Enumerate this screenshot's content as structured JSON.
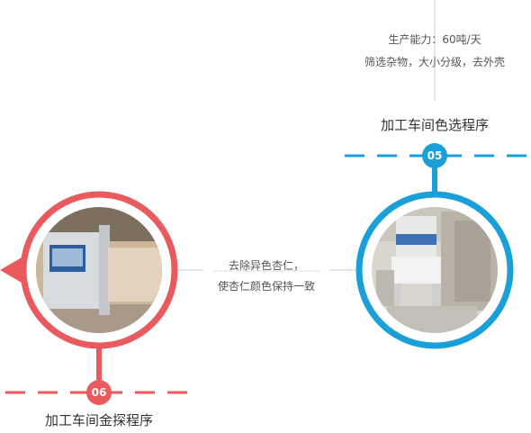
{
  "step05": {
    "number": "05",
    "title": "加工车间色选程序",
    "line1": "生产能力：60吨/天",
    "line2": "筛选杂物，大小分级，去外壳",
    "color": "#1a9fd9"
  },
  "step06": {
    "number": "06",
    "title": "加工车间金探程序",
    "color": "#e85a5e"
  },
  "middle": {
    "line1": "去除异色杏仁，",
    "line2": "使杏仁颜色保持一致"
  },
  "icons": {
    "left_arrow": "triangle-left-icon",
    "photo05": "color-sorter-machine-photo",
    "photo06": "metal-detector-machine-photo"
  }
}
